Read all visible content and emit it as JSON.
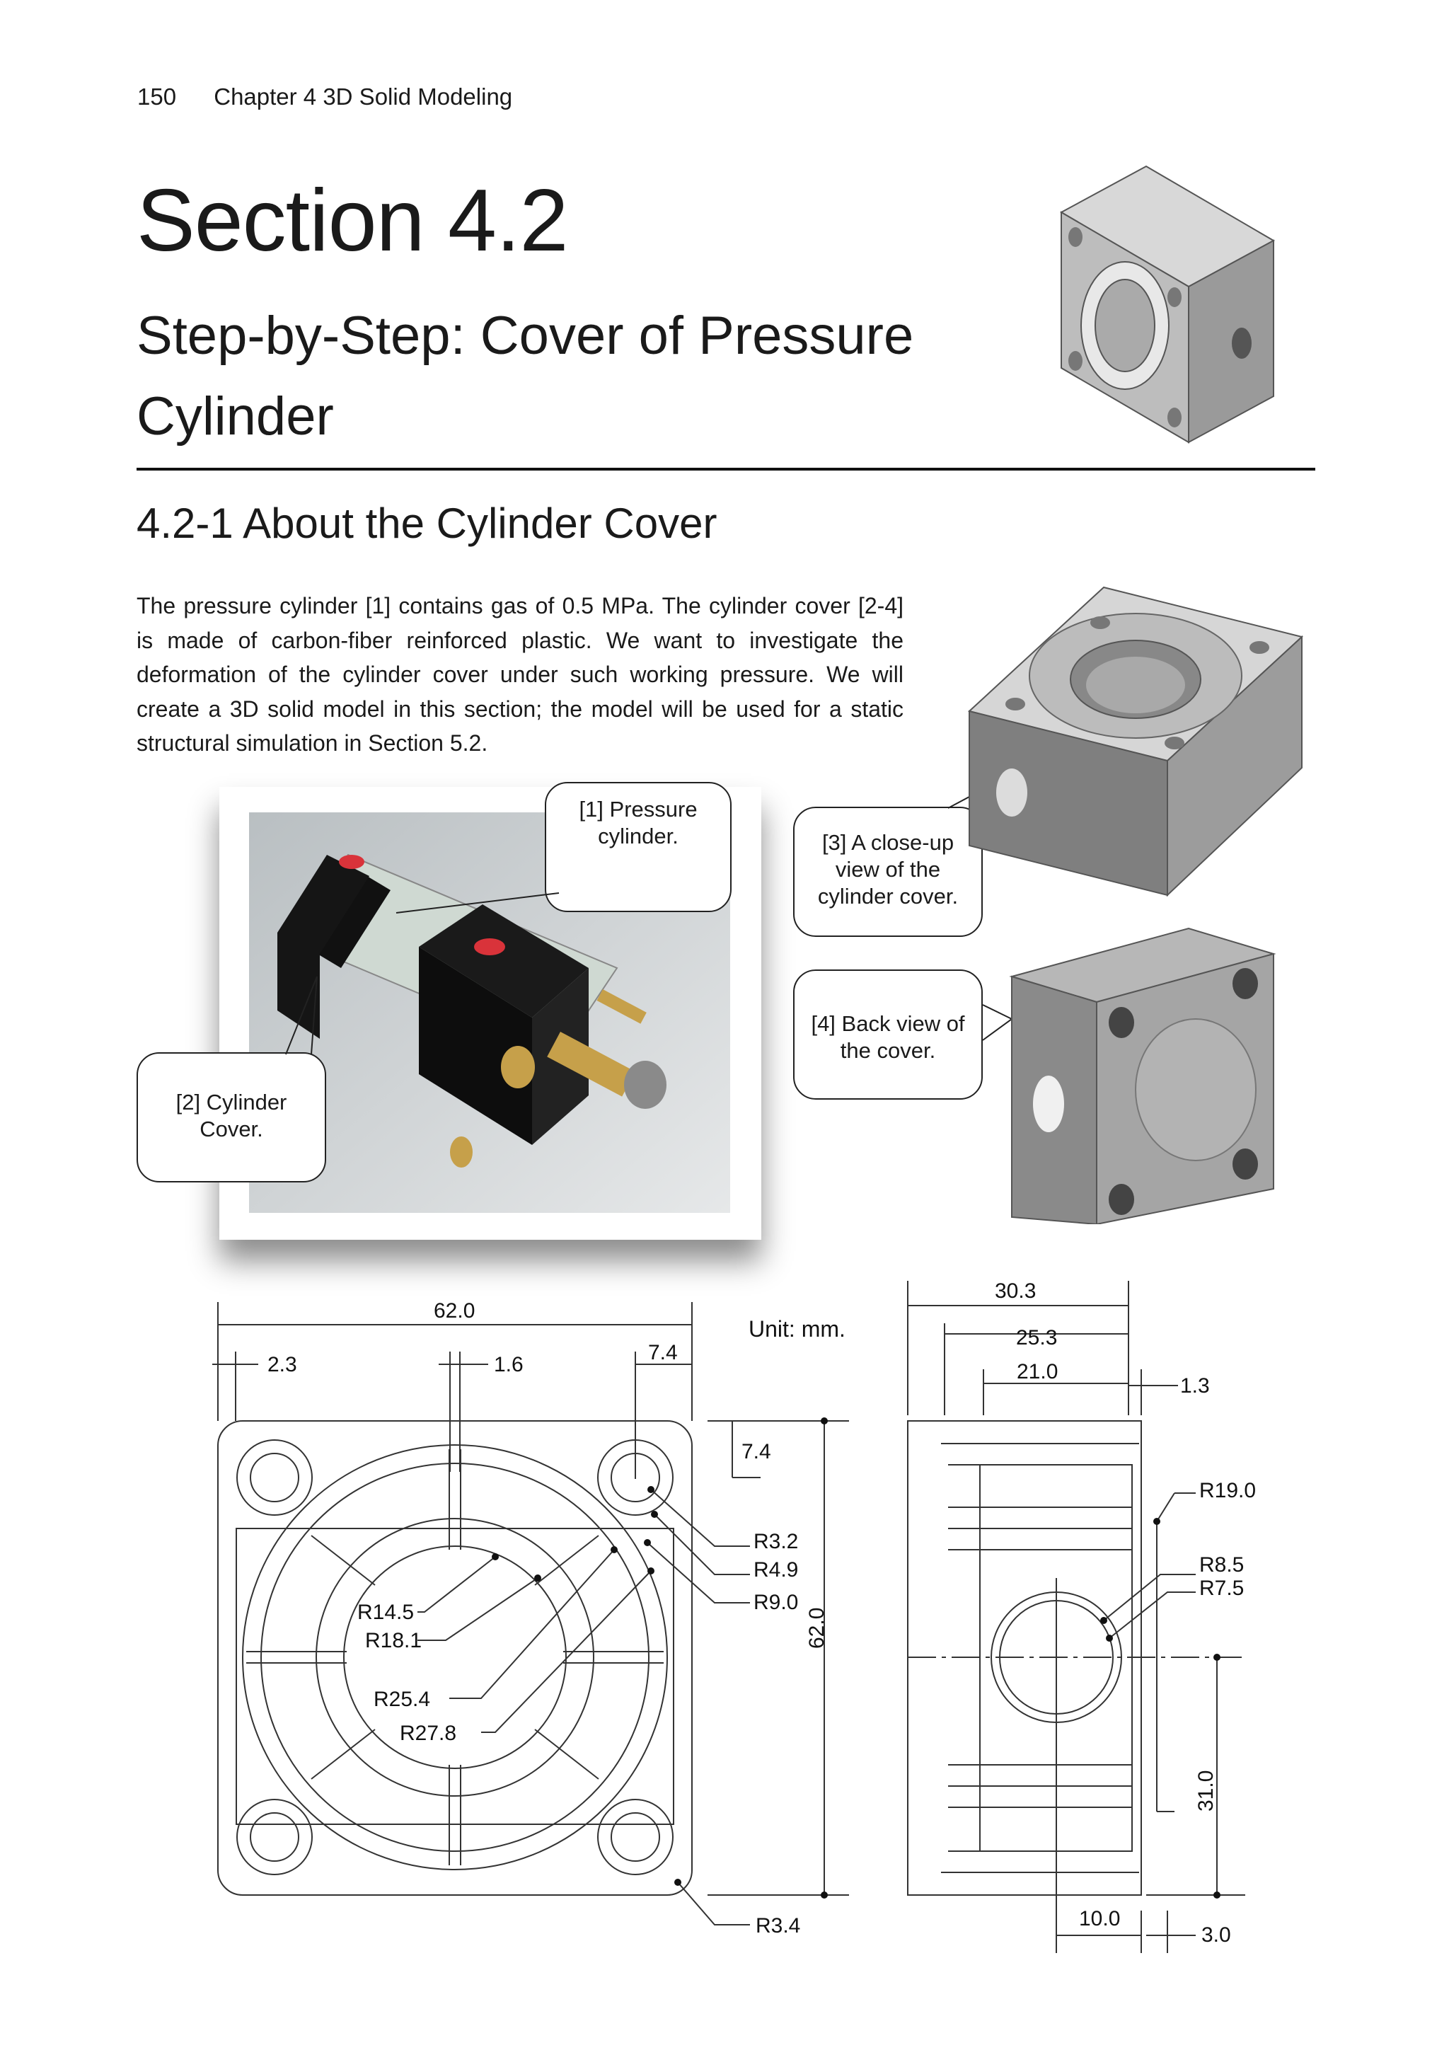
{
  "header": {
    "page_number": "150",
    "chapter": "Chapter 4  3D Solid Modeling"
  },
  "section": {
    "number": "Section 4.2",
    "title": "Step-by-Step:  Cover of Pressure Cylinder"
  },
  "subsection": {
    "heading": "4.2-1  About the Cylinder Cover"
  },
  "body": {
    "paragraph": "The pressure cylinder [1] contains gas of 0.5 MPa. The cylinder cover [2-4] is made of carbon-fiber reinforced plastic.  We want to investigate the deformation of the cylinder cover under such working pressure.  We will create a 3D solid model in this section; the model will be used for a static structural simulation in Section 5.2."
  },
  "callouts": {
    "c1": "[1] Pressure cylinder.",
    "c2": "[2] Cylinder Cover.",
    "c3": "[3] A close-up view of the cylinder cover.",
    "c4": "[4] Back view of the cover."
  },
  "drawing": {
    "unit": "Unit: mm.",
    "front": {
      "width": "62.0",
      "left_offset": "2.3",
      "rib": "1.6",
      "hole_offset_x": "7.4",
      "hole_offset_y": "7.4",
      "height": "62.0",
      "r_hole": "R3.2",
      "r_boss": "R4.9",
      "r_corner_cut": "R9.0",
      "r_inner": "R14.5",
      "r_inner2": "R18.1",
      "r_outer": "R25.4",
      "r_outer2": "R27.8",
      "r_edge": "R3.4"
    },
    "side": {
      "depth": "30.3",
      "depth2": "25.3",
      "depth3": "21.0",
      "step": "1.3",
      "r_big": "R19.0",
      "r_a": "R8.5",
      "r_b": "R7.5",
      "center_height": "31.0",
      "hole_depth": "10.0",
      "lip": "3.0"
    }
  }
}
